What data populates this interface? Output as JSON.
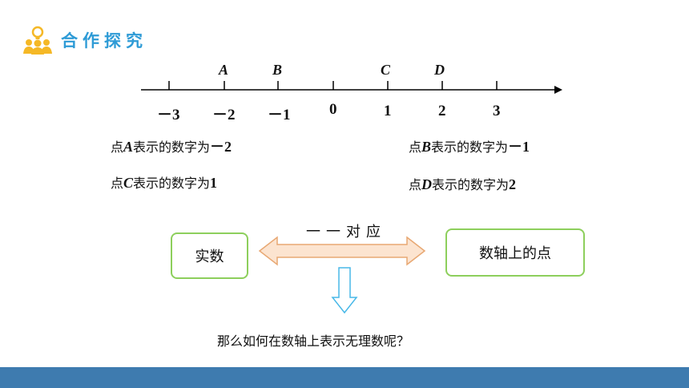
{
  "header": {
    "title": "合作探究",
    "icon": "team-idea-icon"
  },
  "number_line": {
    "ticks": [
      "－3",
      "－2",
      "－1",
      "0",
      "1",
      "2",
      "3"
    ],
    "points": [
      "A",
      "B",
      "C",
      "D"
    ]
  },
  "statements": {
    "a": {
      "prefix": "点",
      "letter": "A",
      "text": "表示的数字为",
      "value": "－2"
    },
    "b": {
      "prefix": "点",
      "letter": "B",
      "text": "表示的数字为",
      "value": "－1"
    },
    "c": {
      "prefix": "点",
      "letter": "C",
      "text": "表示的数字为",
      "value": "1"
    },
    "d": {
      "prefix": "点",
      "letter": "D",
      "text": "表示的数字为",
      "value": "2"
    }
  },
  "diagram": {
    "left_box": "实数",
    "right_box": "数轴上的点",
    "relation": "一一对应"
  },
  "question": "那么如何在数轴上表示无理数呢？",
  "colors": {
    "accent": "#2E9BD6",
    "box_border": "#8DCF5C",
    "arrow_fill": "#FCE4D0",
    "arrow_stroke": "#E8A873",
    "down_arrow": "#48B8E8",
    "footer": "#3E7BAF"
  }
}
